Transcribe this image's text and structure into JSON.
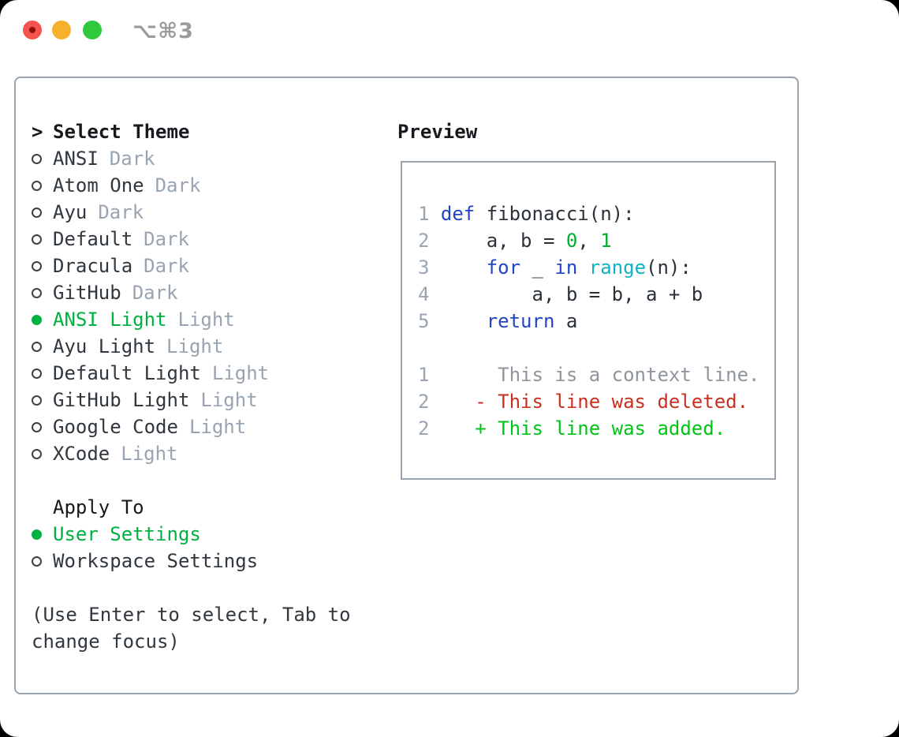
{
  "window": {
    "hotkey_label": "⌥⌘3"
  },
  "theme_selector": {
    "header_prefix": ">",
    "header": "Select Theme",
    "items": [
      {
        "name": "ANSI",
        "variant": "Dark",
        "selected": false
      },
      {
        "name": "Atom One",
        "variant": "Dark",
        "selected": false
      },
      {
        "name": "Ayu",
        "variant": "Dark",
        "selected": false
      },
      {
        "name": "Default",
        "variant": "Dark",
        "selected": false
      },
      {
        "name": "Dracula",
        "variant": "Dark",
        "selected": false
      },
      {
        "name": "GitHub",
        "variant": "Dark",
        "selected": false
      },
      {
        "name": "ANSI Light",
        "variant": "Light",
        "selected": true
      },
      {
        "name": "Ayu Light",
        "variant": "Light",
        "selected": false
      },
      {
        "name": "Default Light",
        "variant": "Light",
        "selected": false
      },
      {
        "name": "GitHub Light",
        "variant": "Light",
        "selected": false
      },
      {
        "name": "Google Code",
        "variant": "Light",
        "selected": false
      },
      {
        "name": "XCode",
        "variant": "Light",
        "selected": false
      }
    ]
  },
  "apply_to": {
    "header": "Apply To",
    "options": [
      {
        "label": "User Settings",
        "selected": true
      },
      {
        "label": "Workspace Settings",
        "selected": false
      }
    ]
  },
  "help_text": {
    "line1": "(Use Enter to select, Tab to",
    "line2": "change focus)"
  },
  "preview": {
    "header": "Preview",
    "code_lines": [
      {
        "gutter": "1",
        "segments": [
          [
            "kw",
            "def"
          ],
          [
            "plain",
            " fibonacci(n):"
          ]
        ]
      },
      {
        "gutter": "2",
        "segments": [
          [
            "plain",
            "    a, b = "
          ],
          [
            "num",
            "0"
          ],
          [
            "plain",
            ", "
          ],
          [
            "num",
            "1"
          ]
        ]
      },
      {
        "gutter": "3",
        "segments": [
          [
            "plain",
            "    "
          ],
          [
            "kw",
            "for"
          ],
          [
            "plain",
            " _ "
          ],
          [
            "kw",
            "in"
          ],
          [
            "plain",
            " "
          ],
          [
            "builtin",
            "range"
          ],
          [
            "plain",
            "(n):"
          ]
        ]
      },
      {
        "gutter": "4",
        "segments": [
          [
            "plain",
            "        a, b = b, a + b"
          ]
        ]
      },
      {
        "gutter": "5",
        "segments": [
          [
            "plain",
            "    "
          ],
          [
            "kw",
            "return"
          ],
          [
            "plain",
            " a"
          ]
        ]
      },
      {
        "gutter": "",
        "segments": []
      },
      {
        "gutter": "1",
        "segments": [
          [
            "context",
            "     This is a context line."
          ]
        ]
      },
      {
        "gutter": "2",
        "segments": [
          [
            "deleted",
            "   - This line was deleted."
          ]
        ]
      },
      {
        "gutter": "2",
        "segments": [
          [
            "added",
            "   + This line was added."
          ]
        ]
      }
    ]
  },
  "colors": {
    "accent_green": "#00b142",
    "diff_added_green": "#00c417",
    "diff_deleted_red": "#c9301f",
    "keyword_blue": "#2145c4",
    "builtin_cyan": "#10b3be",
    "number_green": "#00ae2c",
    "muted_gray": "#9aa5b2",
    "text_dark": "#30373e",
    "border_gray": "#99a2ad",
    "traffic_red": "#f4544d",
    "traffic_yellow": "#f7b02c",
    "traffic_green": "#2ec93d"
  }
}
